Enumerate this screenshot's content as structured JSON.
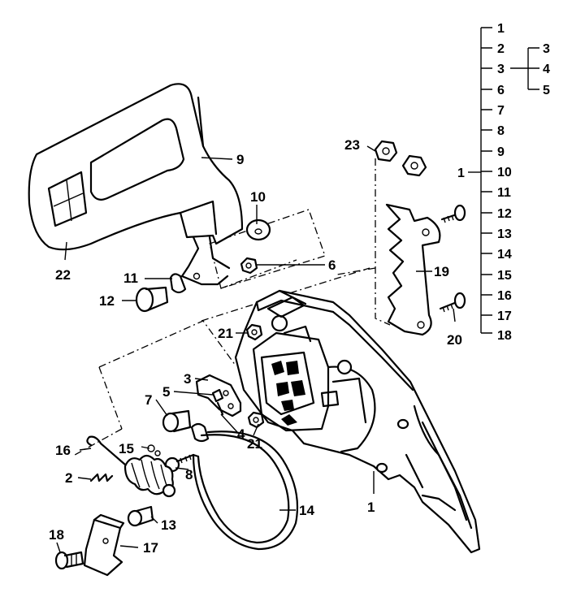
{
  "callouts": {
    "c1": "1",
    "c2": "2",
    "c3": "3",
    "c4": "4",
    "c5": "5",
    "c6": "6",
    "c7": "7",
    "c8": "8",
    "c9": "9",
    "c10": "10",
    "c11": "11",
    "c12": "12",
    "c13": "13",
    "c14": "14",
    "c15": "15",
    "c16": "16",
    "c17": "17",
    "c18": "18",
    "c19": "19",
    "c20": "20",
    "c21a": "21",
    "c21b": "21",
    "c22": "22",
    "c23": "23"
  },
  "index": {
    "assembly_label": "1",
    "items": [
      "1",
      "2",
      "3",
      "6",
      "7",
      "8",
      "9",
      "10",
      "11",
      "12",
      "13",
      "14",
      "15",
      "16",
      "17",
      "18"
    ],
    "sub_items": [
      "3",
      "4",
      "5"
    ]
  }
}
